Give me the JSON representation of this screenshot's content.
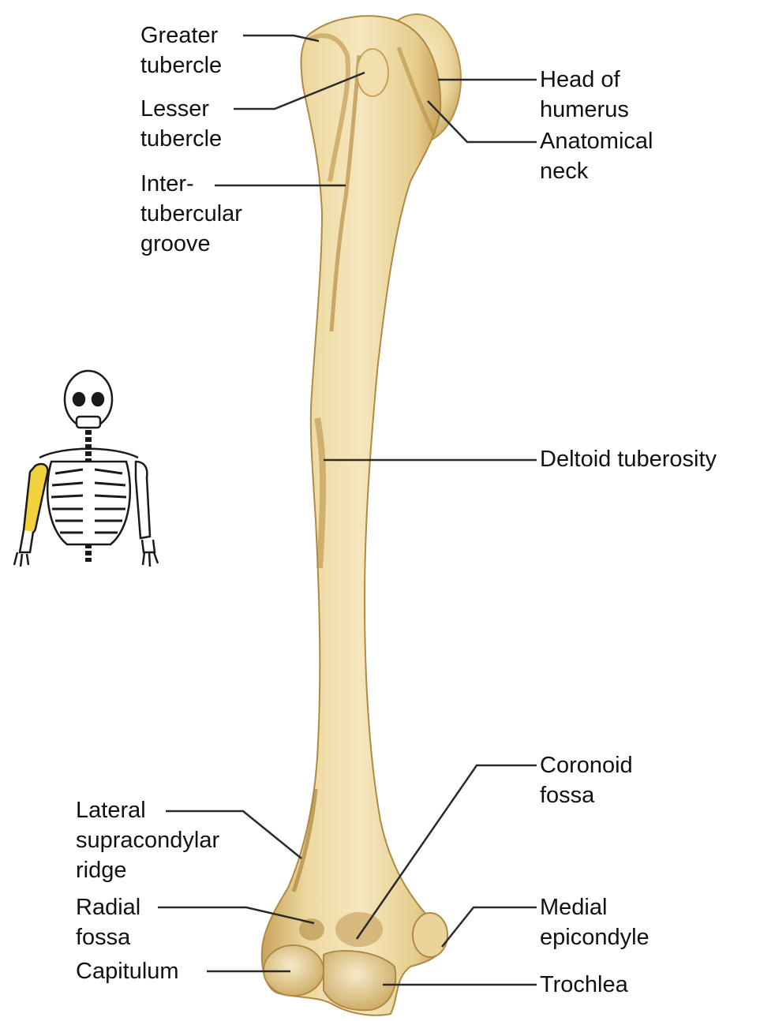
{
  "colors": {
    "bone_fill": "#EDD9A0",
    "bone_shadow": "#C9A45E",
    "bone_light": "#F7EACB",
    "leader_line": "#2a2a2a",
    "highlight_bone": "#F2D23C",
    "skeleton_line": "#1a1a1a"
  },
  "labels": {
    "greater_tubercle": [
      "Greater",
      "tubercle"
    ],
    "lesser_tubercle": [
      "Lesser",
      "tubercle"
    ],
    "intertubercular_groove": [
      "Inter-",
      "tubercular",
      "groove"
    ],
    "head_of_humerus": [
      "Head of",
      "humerus"
    ],
    "anatomical_neck": [
      "Anatomical",
      "neck"
    ],
    "deltoid_tuberosity": [
      "Deltoid tuberosity"
    ],
    "coronoid_fossa": [
      "Coronoid",
      "fossa"
    ],
    "lateral_supracondylar_ridge": [
      "Lateral",
      "supracondylar",
      "ridge"
    ],
    "radial_fossa": [
      "Radial",
      "fossa"
    ],
    "capitulum": [
      "Capitulum"
    ],
    "medial_epicondyle": [
      "Medial",
      "epicondyle"
    ],
    "trochlea": [
      "Trochlea"
    ]
  }
}
